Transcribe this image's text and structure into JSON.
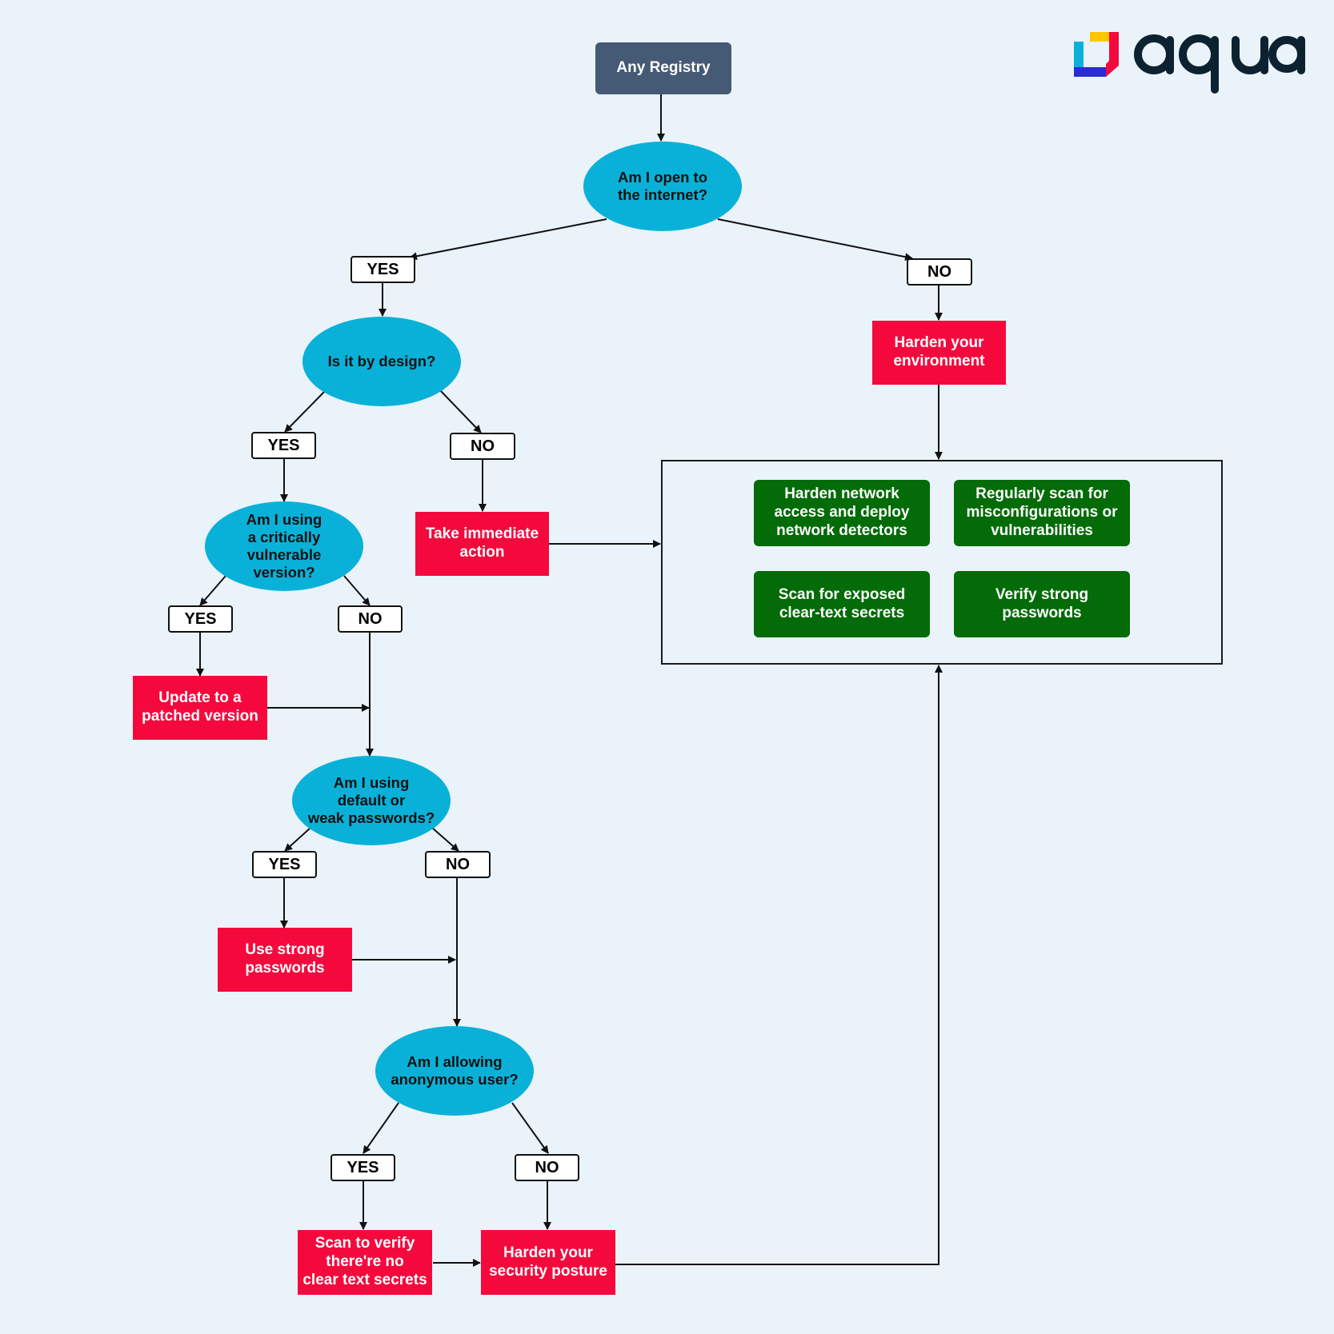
{
  "brand": {
    "name": "aqua",
    "colors": {
      "yellow": "#ffc600",
      "red": "#f5093d",
      "cyan": "#09b1d8",
      "blue": "#2a2adb",
      "dark": "#0c2230"
    }
  },
  "start": {
    "label": "Any Registry"
  },
  "decisions": {
    "internet": "Am I open to\nthe internet?",
    "by_design": "Is it by design?",
    "vulnerable": "Am I using\na critically\nvulnerable\nversion?",
    "passwords": "Am I using\ndefault or\nweak passwords?",
    "anonymous": "Am I allowing\nanonymous user?"
  },
  "labels": {
    "yes": "YES",
    "no": "NO"
  },
  "actions": {
    "harden_env": "Harden your\nenvironment",
    "immediate": "Take immediate\naction",
    "update": "Update to a\npatched version",
    "strong_pw": "Use strong\npasswords",
    "scan_secrets": "Scan to verify\nthere're no\nclear text secrets",
    "harden_posture": "Harden your\nsecurity posture"
  },
  "recommendations": {
    "network": "Harden network\naccess and deploy\nnetwork detectors",
    "scan_misconfig": "Regularly scan for\nmisconfigurations or\nvulnerabilities",
    "exposed": "Scan for exposed\nclear-text secrets",
    "verify_pw": "Verify strong\npasswords"
  },
  "colors": {
    "background": "#eaf3fa",
    "start": "#455a74",
    "decision": "#09b1d8",
    "action": "#f5093d",
    "recommendation": "#036b07",
    "line": "#111111"
  }
}
